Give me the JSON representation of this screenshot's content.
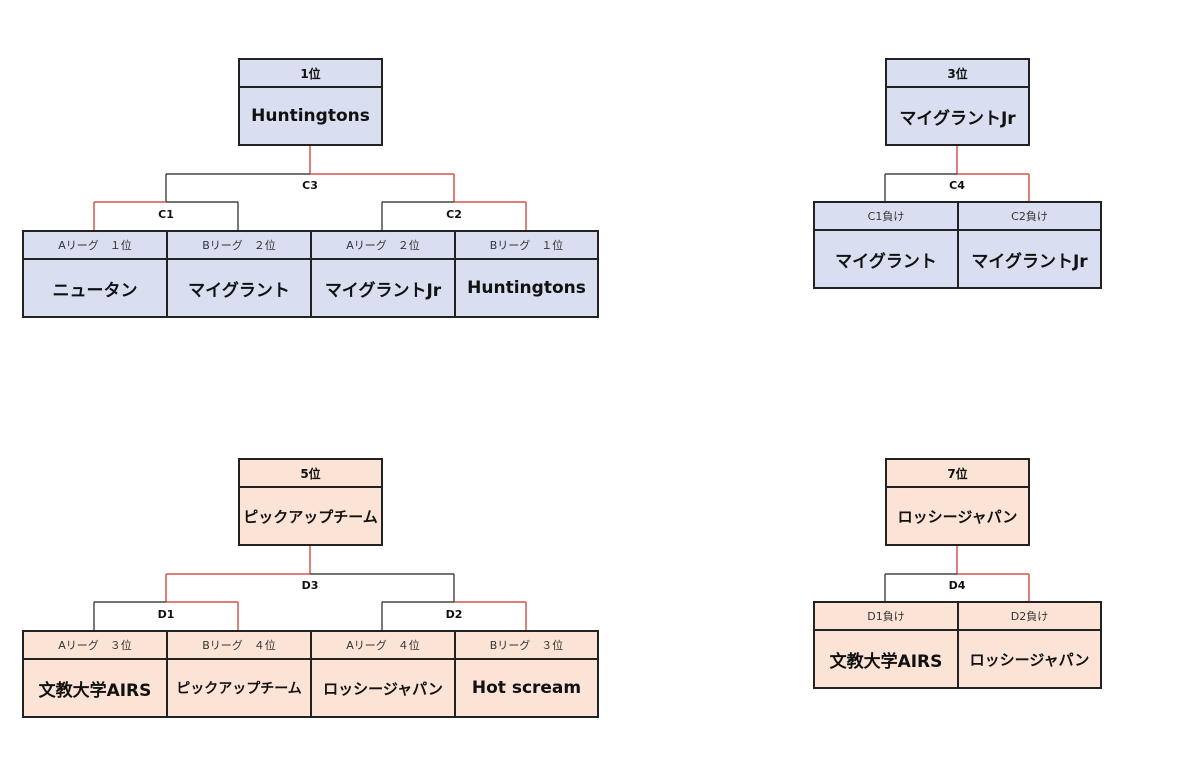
{
  "champ": {
    "rank_label": "1位",
    "winner": "Huntingtons",
    "final_match": "C3",
    "semis": [
      {
        "match": "C1",
        "a": {
          "seed": "Aリーグ　１位",
          "team": "ニュータン"
        },
        "b": {
          "seed": "Bリーグ　２位",
          "team": "マイグラント"
        }
      },
      {
        "match": "C2",
        "a": {
          "seed": "Aリーグ　２位",
          "team": "マイグラントJr"
        },
        "b": {
          "seed": "Bリーグ　１位",
          "team": "Huntingtons"
        }
      }
    ]
  },
  "third": {
    "rank_label": "3位",
    "winner": "マイグラントJr",
    "match": "C4",
    "a": {
      "seed": "C1負け",
      "team": "マイグラント"
    },
    "b": {
      "seed": "C2負け",
      "team": "マイグラントJr"
    }
  },
  "fifth": {
    "rank_label": "5位",
    "winner": "ピックアップチーム",
    "final_match": "D3",
    "semis": [
      {
        "match": "D1",
        "a": {
          "seed": "Aリーグ　３位",
          "team": "文教大学AIRS"
        },
        "b": {
          "seed": "Bリーグ　４位",
          "team": "ピックアップチーム"
        }
      },
      {
        "match": "D2",
        "a": {
          "seed": "Aリーグ　４位",
          "team": "ロッシージャパン"
        },
        "b": {
          "seed": "Bリーグ　３位",
          "team": "Hot scream"
        }
      }
    ]
  },
  "seventh": {
    "rank_label": "7位",
    "winner": "ロッシージャパン",
    "match": "D4",
    "a": {
      "seed": "D1負け",
      "team": "文教大学AIRS"
    },
    "b": {
      "seed": "D2負け",
      "team": "ロッシージャパン"
    }
  },
  "colors": {
    "winning_path": "#d9534f",
    "losing_path": "#222222",
    "bracket_1_fill": "#d9dff0",
    "bracket_2_fill": "#fbe3d5"
  }
}
